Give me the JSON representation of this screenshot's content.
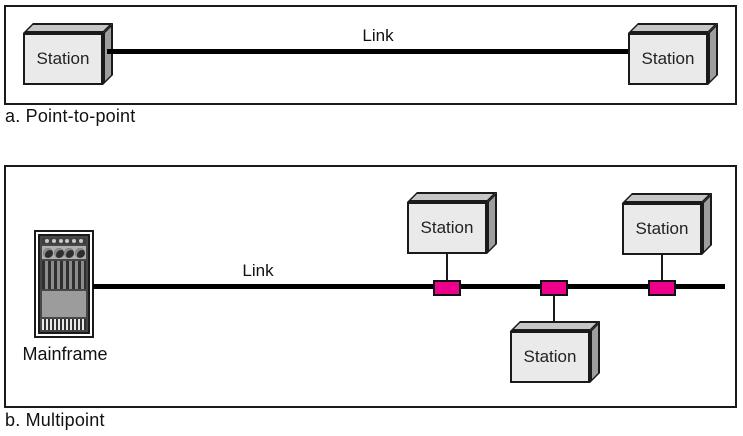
{
  "figure": {
    "panel_a": {
      "caption": "a. Point-to-point",
      "link_label": "Link",
      "station_left_label": "Station",
      "station_right_label": "Station"
    },
    "panel_b": {
      "caption": "b. Multipoint",
      "link_label": "Link",
      "mainframe_label": "Mainframe",
      "station_top_left_label": "Station",
      "station_bottom_label": "Station",
      "station_top_right_label": "Station"
    },
    "colors": {
      "tap_fill": "#ec008c",
      "box_front": "#eaeaea",
      "box_top": "#c6c6c6",
      "box_side": "#9e9e9e",
      "line": "#000000"
    }
  }
}
